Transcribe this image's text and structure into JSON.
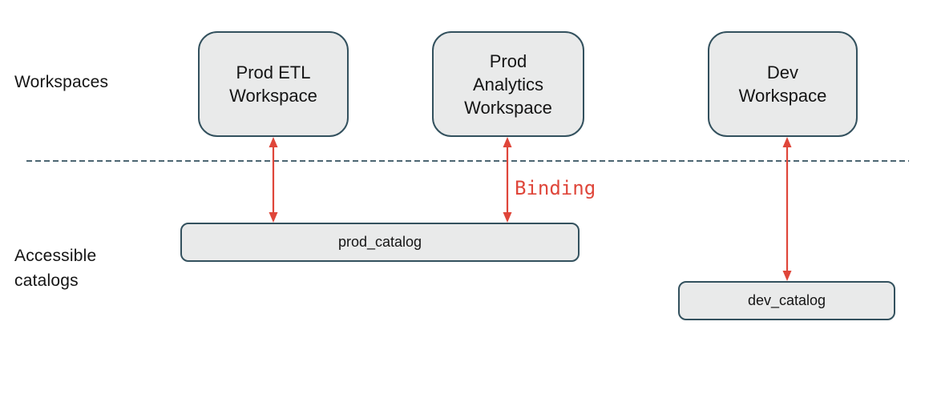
{
  "colors": {
    "background": "#ffffff",
    "text": "#141414",
    "outline": "#33515e",
    "box_fill": "#e9eaea",
    "accent_red": "#df463a"
  },
  "row_labels": {
    "workspaces": "Workspaces",
    "accessible_catalogs": "Accessible\ncatalogs"
  },
  "workspaces": [
    {
      "label": "Prod ETL\nWorkspace"
    },
    {
      "label": "Prod\nAnalytics\nWorkspace"
    },
    {
      "label": "Dev\nWorkspace"
    }
  ],
  "catalogs": [
    {
      "label": "prod_catalog"
    },
    {
      "label": "dev_catalog"
    }
  ],
  "binding_label": "Binding"
}
